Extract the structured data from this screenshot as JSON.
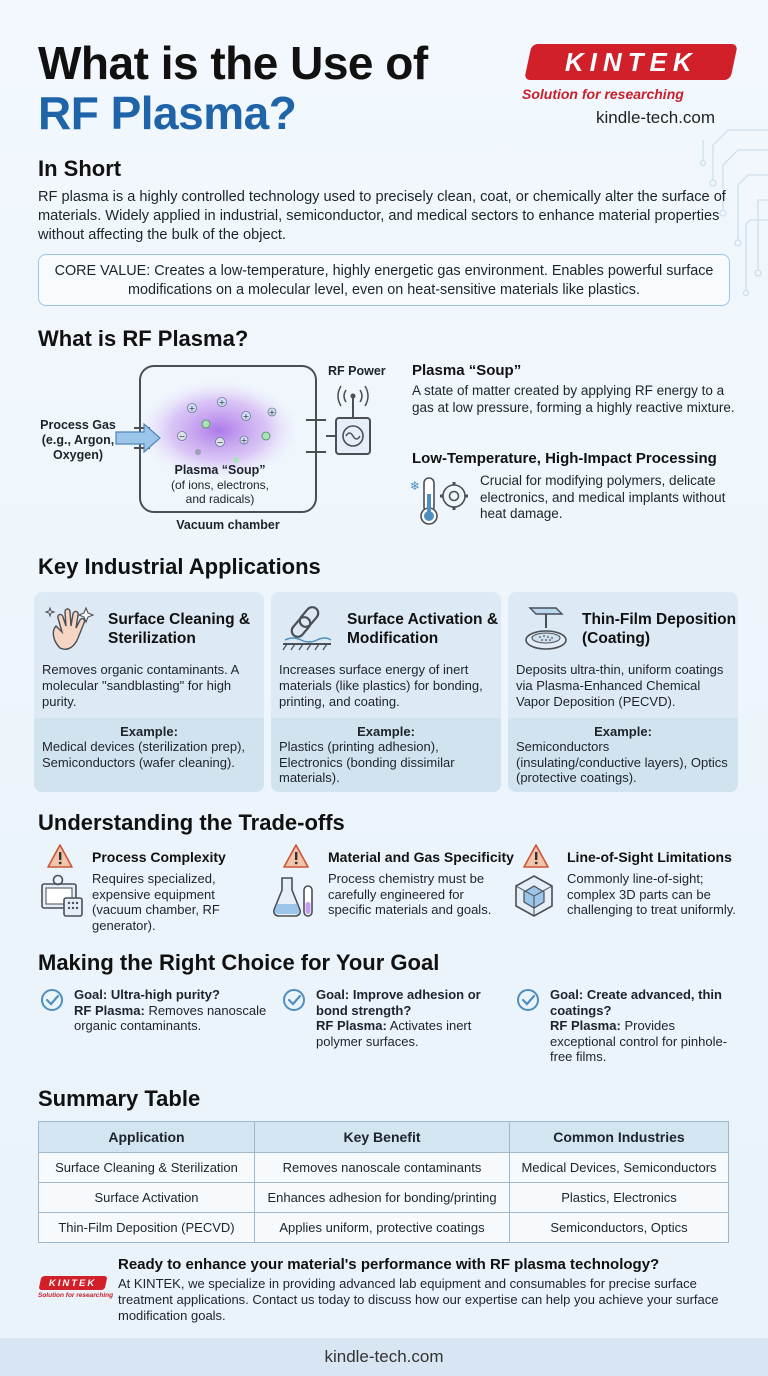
{
  "header": {
    "title_line1": "What is the Use of",
    "title_line2": "RF Plasma?",
    "logo_text": "KINTEK",
    "logo_tagline": "Solution for researching",
    "website": "kindle-tech.com"
  },
  "in_short": {
    "heading": "In Short",
    "text": "RF plasma is a highly controlled technology used to precisely clean, coat, or chemically alter the surface of materials. Widely applied in industrial, semiconductor, and medical sectors to enhance material properties without affecting the bulk of the object.",
    "core_value": "CORE VALUE: Creates a low-temperature, highly energetic gas environment. Enables powerful surface modifications on a molecular level, even on heat-sensitive materials like plastics."
  },
  "what_is": {
    "heading": "What is RF Plasma?",
    "diagram": {
      "process_gas": "Process Gas (e.g., Argon, Oxygen)",
      "rf_power": "RF Power",
      "soup_title": "Plasma “Soup”",
      "soup_sub": "(of ions, electrons, and radicals)",
      "chamber": "Vacuum chamber"
    },
    "soup_heading": "Plasma “Soup”",
    "soup_text": "A state of matter created by applying RF energy to a gas at low pressure, forming a highly reactive mixture.",
    "lowtemp_heading": "Low-Temperature, High-Impact Processing",
    "lowtemp_text": "Crucial for modifying polymers, delicate electronics, and medical implants without heat damage."
  },
  "applications": {
    "heading": "Key Industrial Applications",
    "example_label": "Example:",
    "cards": [
      {
        "title": "Surface Cleaning & Sterilization",
        "desc": "Removes organic contaminants. A molecular \"sandblasting\" for high purity.",
        "example": "Medical devices (sterilization prep), Semiconductors (wafer cleaning).",
        "icon": "hand-sparkle-icon"
      },
      {
        "title": "Surface Activation & Modification",
        "desc": "Increases surface energy of inert materials (like plastics) for bonding, printing, and coating.",
        "example": "Plastics (printing adhesion), Electronics (bonding dissimilar materials).",
        "icon": "chain-link-icon"
      },
      {
        "title": "Thin-Film Deposition (Coating)",
        "desc": "Deposits ultra-thin, uniform coatings via Plasma-Enhanced Chemical Vapor Deposition (PECVD).",
        "example": "Semiconductors (insulating/conductive layers), Optics (protective coatings).",
        "icon": "deposition-icon"
      }
    ]
  },
  "tradeoffs": {
    "heading": "Understanding the Trade-offs",
    "items": [
      {
        "title": "Process Complexity",
        "text": "Requires specialized, expensive equipment (vacuum chamber, RF generator).",
        "icon": "equipment-icon"
      },
      {
        "title": "Material and Gas Specificity",
        "text": "Process chemistry must be carefully engineered for specific materials and goals.",
        "icon": "flask-icon"
      },
      {
        "title": "Line-of-Sight Limitations",
        "text": "Commonly line-of-sight; complex 3D parts can be challenging to treat uniformly.",
        "icon": "cube-icon"
      }
    ]
  },
  "goals": {
    "heading": "Making the Right Choice for Your Goal",
    "items": [
      {
        "goal": "Goal: Ultra-high purity?",
        "rf": "RF Plasma:",
        "rf_text": "Removes nanoscale organic contaminants."
      },
      {
        "goal": "Goal: Improve adhesion or bond strength?",
        "rf": "RF Plasma:",
        "rf_text": "Activates inert polymer surfaces."
      },
      {
        "goal": "Goal: Create advanced, thin coatings?",
        "rf": "RF Plasma:",
        "rf_text": "Provides exceptional control for pinhole-free films."
      }
    ]
  },
  "summary": {
    "heading": "Summary Table",
    "columns": [
      "Application",
      "Key Benefit",
      "Common Industries"
    ],
    "rows": [
      [
        "Surface Cleaning & Sterilization",
        "Removes nanoscale contaminants",
        "Medical Devices, Semiconductors"
      ],
      [
        "Surface Activation",
        "Enhances adhesion for bonding/printing",
        "Plastics, Electronics"
      ],
      [
        "Thin-Film Deposition (PECVD)",
        "Applies uniform, protective coatings",
        "Semiconductors, Optics"
      ]
    ]
  },
  "cta": {
    "heading": "Ready to enhance your material's performance with RF plasma technology?",
    "text": "At KINTEK, we specialize in providing advanced lab equipment and consumables for precise surface treatment applications. Contact us today to discuss how our expertise can help you achieve your surface modification goals.",
    "logo_text": "KINTEK",
    "logo_tagline": "Solution for researching"
  },
  "footer": {
    "website": "kindle-tech.com"
  },
  "colors": {
    "accent_blue": "#1f63a8",
    "brand_red": "#d2202a",
    "warning_red": "#d9534f",
    "check_blue": "#4d8fc0"
  }
}
